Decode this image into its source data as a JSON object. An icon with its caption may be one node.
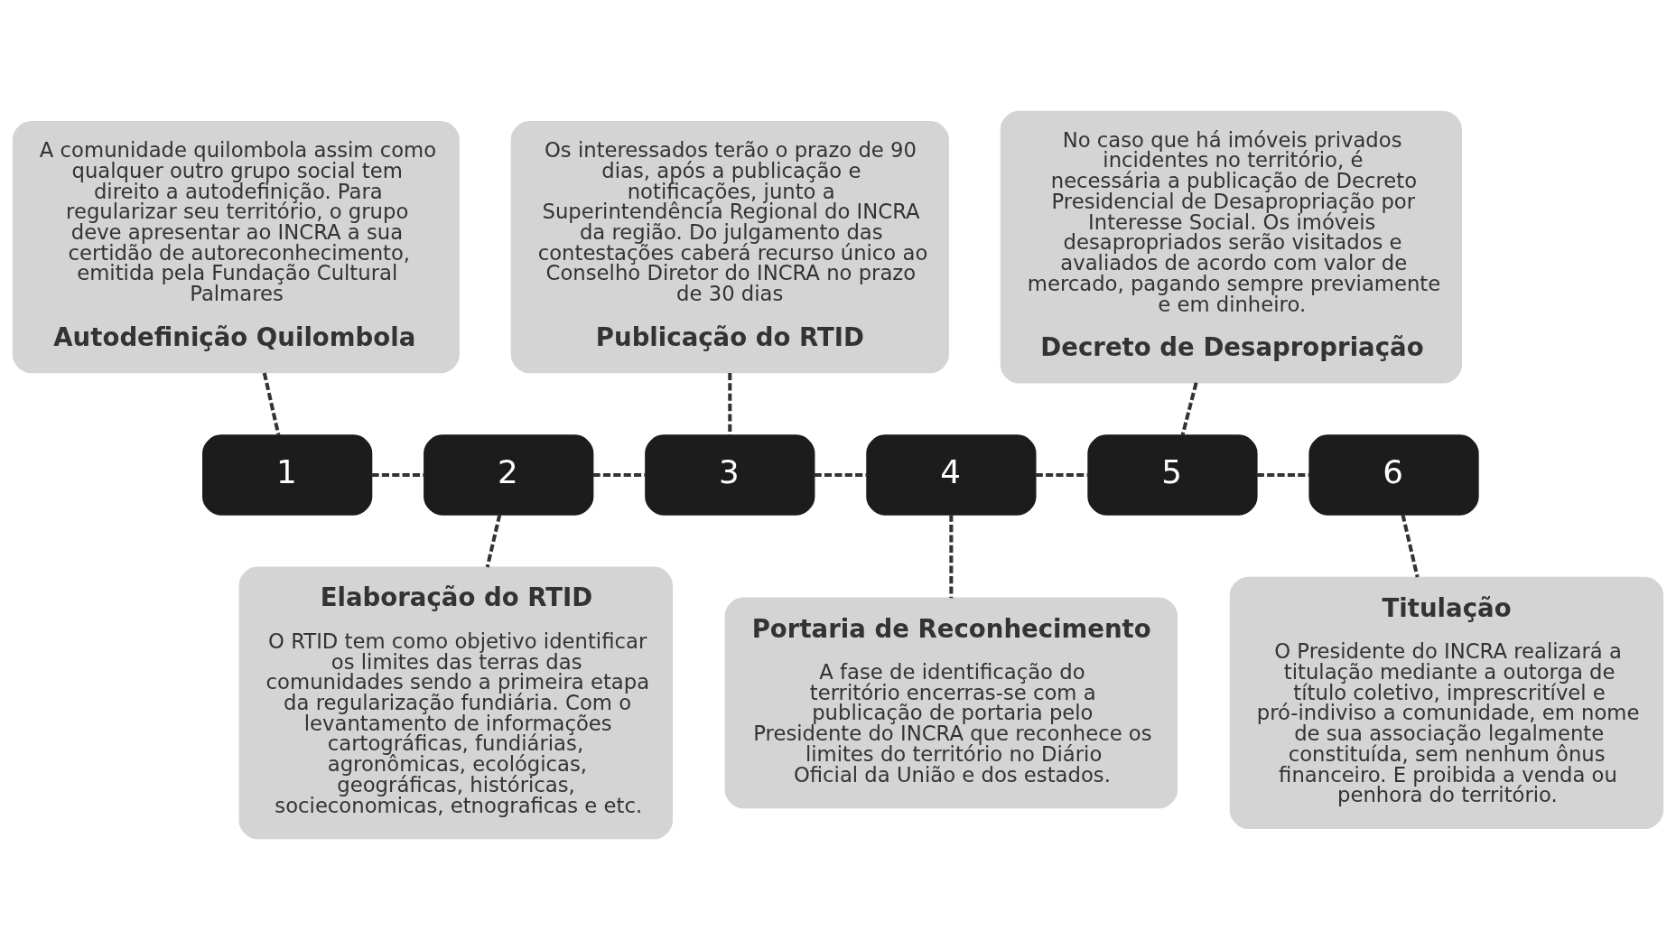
{
  "diagram": {
    "nodes": [
      {
        "text": [
          "A comunidade quilombola assim como qualquer outro grupo social tem direito a autodefinição. Para regularizar seu território, o grupo deve apresentar ao INCRA a sua certidão de autoreconhecimento, emitida pela Fundação Cultural Palmares",
          "Autodefinição Quilombola"
        ]
      },
      {
        "text": [
          "Os interessados terão o prazo de 90 dias, após a publicação e notificações, junto a Superintendência Regional do INCRA da região. Do julgamento das contestações caberá recurso único ao Conselho Diretor do INCRA no prazo de 30 dias",
          "Publicação do RTID"
        ]
      },
      {
        "text": [
          "No caso que há imóveis privados incidentes no território, é necessária a publicação de Decreto Presidencial de Desapropriação por Interesse Social. Os imóveis desapropriados serão visitados e avaliados de acordo com valor de mercado, pagando sempre previamente e em dinheiro.",
          "Decreto de Desapropriação"
        ]
      },
      {
        "text": [
          "1"
        ]
      },
      {
        "text": [
          "2"
        ]
      },
      {
        "text": [
          "3"
        ]
      },
      {
        "text": [
          "4"
        ]
      },
      {
        "text": [
          "5"
        ]
      },
      {
        "text": [
          "6"
        ]
      },
      {
        "text": [
          "Elaboração do RTID",
          "O RTID tem como objetivo identificar os limites das terras das comunidades sendo a primeira etapa da regularização fundiária. Com o levantamento de informações cartográficas, fundiárias, agronômicas, ecológicas, geográficas, históricas, socieconomicas, etnograficas e etc."
        ]
      },
      {
        "text": [
          "Portaria de Reconhecimento",
          "A fase de identificação do território encerras-se com a publicação de portaria pelo Presidente do INCRA que reconhece os limites do território no Diário Oficial da União e dos estados."
        ]
      },
      {
        "text": [
          "Titulação",
          "O Presidente do INCRA realizará a titulação mediante a outorga de título coletivo, imprescritível e pró-indiviso a comunidade, em nome de sua associação legalmente constituída, sem nenhum ônus financeiro. E proibida a venda ou penhora do território."
        ]
      }
    ],
    "edges": [
      {
        "from": 0,
        "to": 3,
        "arrow": "none",
        "style": "dashed"
      },
      {
        "from": 1,
        "to": 5,
        "arrow": "none",
        "style": "dashed"
      },
      {
        "from": 2,
        "to": 7,
        "arrow": "none",
        "style": "dashed"
      },
      {
        "from": 3,
        "to": 4,
        "arrow": "none",
        "style": "dashed"
      },
      {
        "from": 4,
        "to": 5,
        "arrow": "none",
        "style": "dashed"
      },
      {
        "from": 5,
        "to": 6,
        "arrow": "none",
        "style": "dashed"
      },
      {
        "from": 6,
        "to": 7,
        "arrow": "none",
        "style": "dashed"
      },
      {
        "from": 7,
        "to": 8,
        "arrow": "none",
        "style": "dashed"
      },
      {
        "from": 4,
        "to": 9,
        "arrow": "none",
        "style": "dashed"
      },
      {
        "from": 6,
        "to": 10,
        "arrow": "none",
        "style": "dashed"
      },
      {
        "from": 8,
        "to": 11,
        "arrow": "none",
        "style": "dashed"
      }
    ]
  }
}
